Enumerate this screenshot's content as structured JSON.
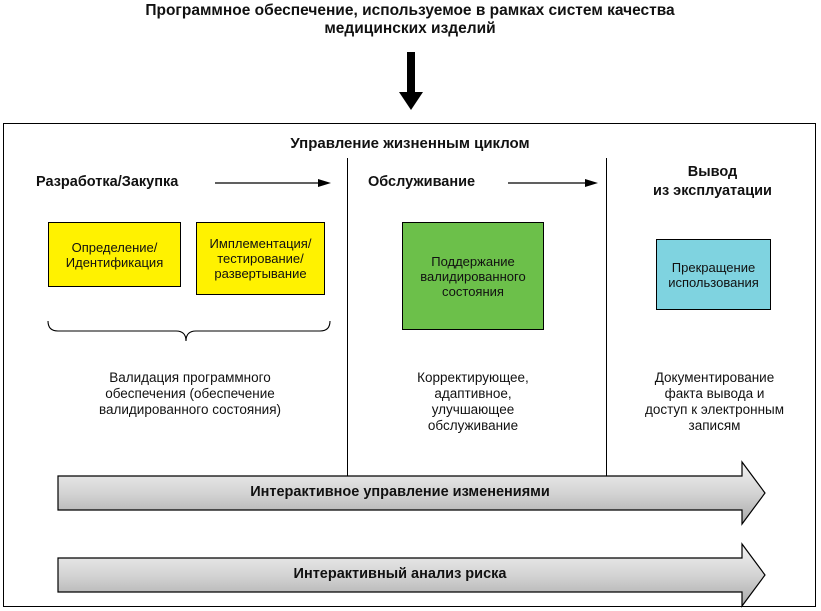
{
  "header": {
    "title_line1": "Программное обеспечение, используемое в рамках систем качества",
    "title_line2": "медицинских изделий"
  },
  "lifecycle": {
    "title": "Управление жизненным циклом",
    "phases": {
      "development": "Разработка/Закупка",
      "maintenance": "Обслуживание",
      "retirement_line1": "Вывод",
      "retirement_line2": "из эксплуатации"
    },
    "boxes": {
      "definition_line1": "Определение/",
      "definition_line2": "Идентификация",
      "implementation_line1": "Имплементация/",
      "implementation_line2": "тестирование/",
      "implementation_line3": "развертывание",
      "maintain_line1": "Поддержание",
      "maintain_line2": "валидированного",
      "maintain_line3": "состояния",
      "stop_line1": "Прекращение",
      "stop_line2": "использования"
    },
    "descriptions": {
      "validation_line1": "Валидация программного",
      "validation_line2": "обеспечения (обеспечение",
      "validation_line3": "валидированного состояния)",
      "maintenance_line1": "Корректирующее,",
      "maintenance_line2": "адаптивное,",
      "maintenance_line3": "улучшающее",
      "maintenance_line4": "обслуживание",
      "retirement_line1": "Документирование",
      "retirement_line2": "факта вывода и",
      "retirement_line3": "доступ к электронным",
      "retirement_line4": "записям"
    },
    "bands": {
      "change_management": "Интерактивное управление изменениями",
      "risk_analysis": "Интерактивный анализ риска"
    }
  },
  "colors": {
    "yellow": "#fff200",
    "green": "#6cc04a",
    "cyan": "#7fd3e0",
    "band_fill": "#d9d9d9"
  }
}
